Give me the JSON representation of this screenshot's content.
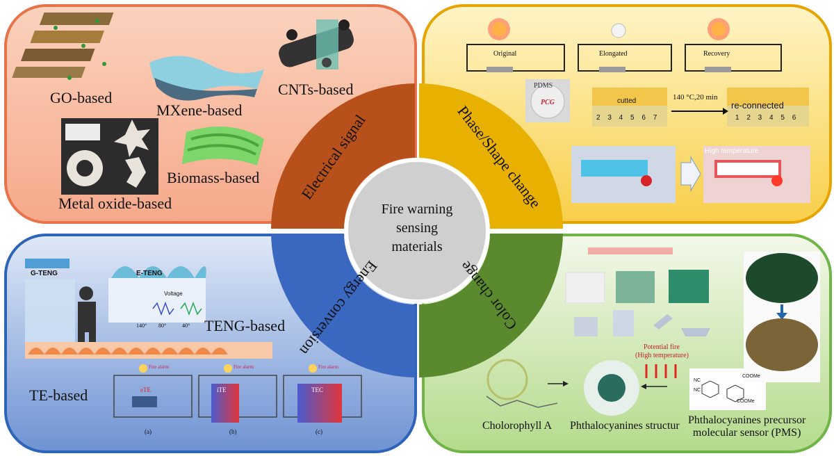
{
  "center": {
    "line1": "Fire warning",
    "line2": "sensing",
    "line3": "materials"
  },
  "quadrants": {
    "electrical": "Electrical signal",
    "phase": "Phase/Shape change",
    "energy": "Energy conversion",
    "color": "Color change"
  },
  "electrical_panel": {
    "go": "GO-based",
    "mxene": "MXene-based",
    "cnts": "CNTs-based",
    "metal_oxide": "Metal oxide-based",
    "biomass": "Biomass-based"
  },
  "phase_panel": {
    "original": "Original",
    "elongated": "Elongated",
    "recovery": "Recovery",
    "pdms": "PDMS",
    "pcg": "PCG",
    "cutted": "cutted",
    "condition": "140 °C,20 min",
    "reconnected": "re-connected",
    "high_temp": "High temperature",
    "ruler_left": "2 3 4 5 6 7",
    "ruler_right": "1 2 3 4 5 6"
  },
  "energy_panel": {
    "g_teng": "G-TENG",
    "e_teng": "E-TENG",
    "voltage": "Voltage",
    "temps": [
      "140°",
      "80°",
      "40°"
    ],
    "teng_based": "TENG-based",
    "te_based": "TE-based",
    "cells": [
      "eTE",
      "iTE",
      "TEC"
    ],
    "cell_captions": [
      "(a)",
      "(b)",
      "(c)"
    ],
    "bulb_text": "Fire alarm"
  },
  "color_panel": {
    "potential_fire_1": "Potential fire",
    "potential_fire_2": "(High temperature)",
    "chlorophyll": "Cholorophyll A",
    "phthalo": "Phthalocyanines structur",
    "precursor_1": "Phthalocyanines precursor",
    "precursor_2": "molecular sensor (PMS)",
    "formula_1": "COOMe",
    "formula_2": "COOMe",
    "formula_nc1": "NC",
    "formula_nc2": "NC"
  },
  "colors": {
    "electrical": "#b8501b",
    "phase": "#e8b000",
    "energy": "#3a67c0",
    "color": "#5b8a2e"
  }
}
